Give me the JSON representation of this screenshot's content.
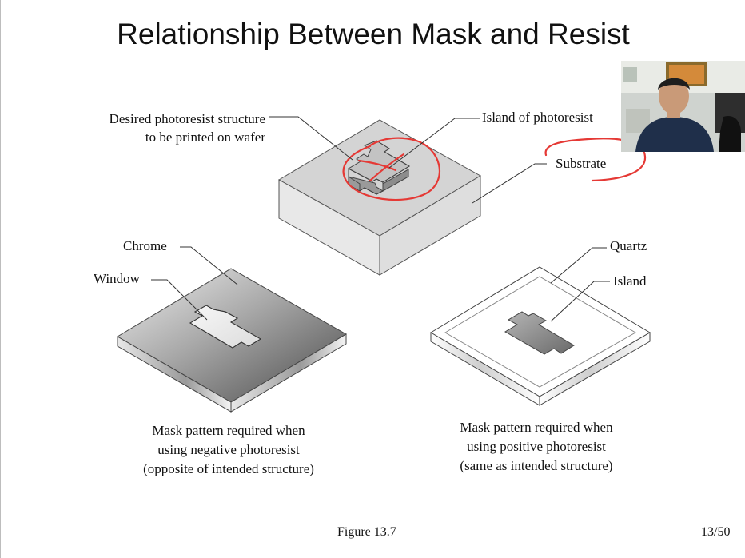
{
  "slide": {
    "title": "Relationship Between Mask and Resist",
    "figure_label": "Figure 13.7",
    "page_number": "13/50"
  },
  "wafer": {
    "label_desired_line1": "Desired photoresist structure",
    "label_desired_line2": "to be printed on wafer",
    "label_island": "Island of photoresist",
    "label_substrate": "Substrate"
  },
  "negative_mask": {
    "label_chrome": "Chrome",
    "label_window": "Window",
    "caption_line1": "Mask pattern required when",
    "caption_line2": "using negative photoresist",
    "caption_line3": "(opposite of intended structure)"
  },
  "positive_mask": {
    "label_quartz": "Quartz",
    "label_island": "Island",
    "caption_line1": "Mask pattern required when",
    "caption_line2": "using positive photoresist",
    "caption_line3": "(same as intended structure)"
  },
  "colors": {
    "annotation": "#e53935",
    "substrate_top": "#d3d3d3",
    "substrate_side": "#ececec",
    "chrome_dark": "#5a5a5a",
    "cross_fill": "#8a8a8a"
  }
}
